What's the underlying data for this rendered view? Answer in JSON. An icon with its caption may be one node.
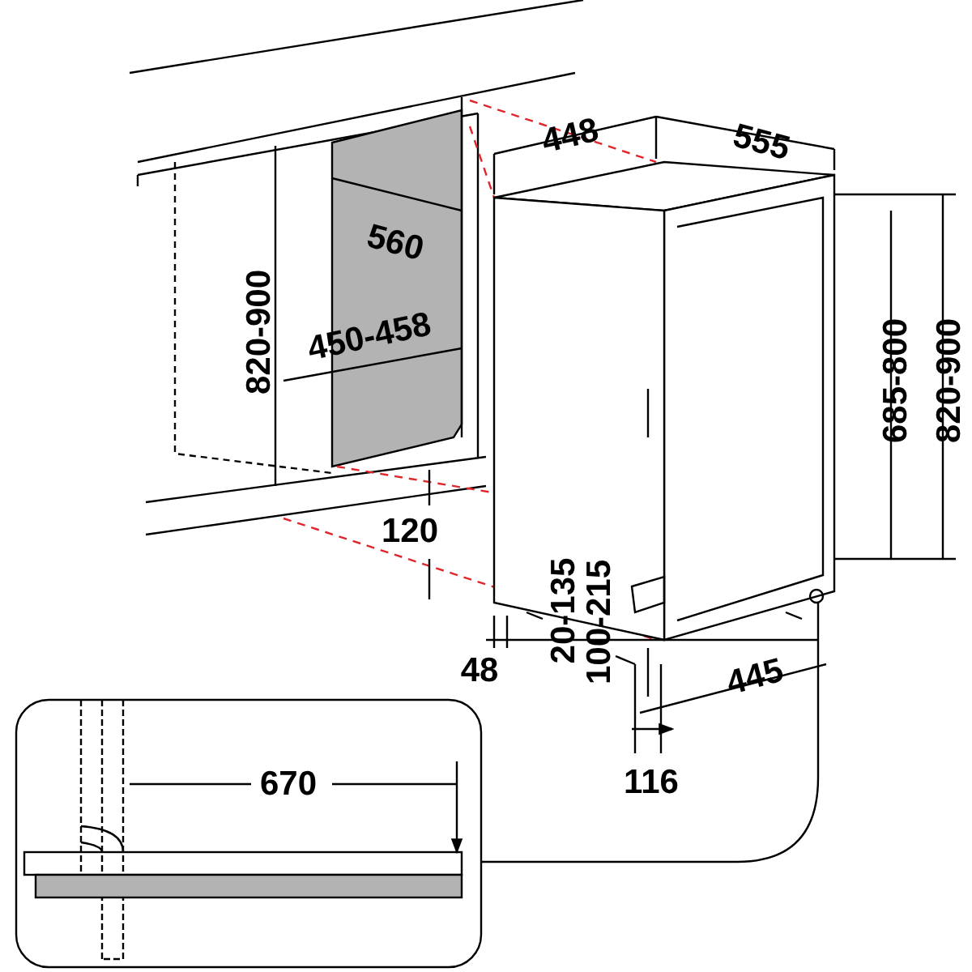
{
  "diagram": {
    "labels": [
      "448",
      "555",
      "560",
      "820-900",
      "450-458",
      "685-800",
      "820-900",
      "120",
      "20-135",
      "100-215",
      "48",
      "445",
      "670",
      "116"
    ]
  }
}
